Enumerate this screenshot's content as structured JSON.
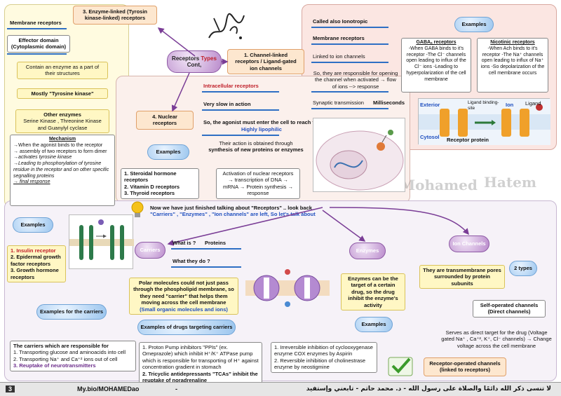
{
  "center": {
    "title_a": "Receptors ",
    "title_b": "Types",
    "title_c": "Cont,"
  },
  "enzyme_linked": {
    "header": "3. Enzyme-linked (Tyrosin kinase-linked) receptors",
    "membrane": "Membrane receptors",
    "effector": "Effector domain (Cytoplasmic domain)",
    "contain": "Contain an enzyme as a part of their structures",
    "mostly": "Mostly \"Tyrosine kinase\"",
    "other_title": "Other enzymes",
    "other_text": "Serine Kinase , Threonine Kinase and Guanylyl cyclase",
    "mechanism_title": "Mechanism",
    "mechanism_lines": [
      "→When the agonist binds to the receptor",
      "→ assembly of two receptors to form dimer",
      "→activates tyrosine kinase",
      "→Leading to phosphorylation of tyrosine residue in the receptor and on other specific segnalling proteins",
      "→ final response"
    ],
    "examples_label": "Examples",
    "examples": [
      "1. Insulin receptor",
      "2. Epidermal growth factor receptors",
      "3. Growth hormone receptors"
    ]
  },
  "channel_linked": {
    "header": "1. Channel-linked receptors / Ligand-gated ion channels",
    "called": "Called also Ionotropic",
    "membrane": "Membrane receptors",
    "linked": "Linked to ion channels",
    "responsible": "So, they are responsible for opening the channel when activated → flow of ions --> response",
    "synaptic": "Synaptic transmission",
    "ms": "Milliseconds",
    "examples_label": "Examples",
    "gaba_title": "GABAₐ receptors",
    "gaba_text": "-When GABA binds to it's receptor -The Cl⁻ channels open leading to influx of the Cl⁻ ions -Leading to hyperpolarization of the cell membrane",
    "nic_title": "Nicotinic receptors",
    "nic_text": "-When Ach binds to it's receptor -The Na⁺ channels open leading to influx of Na⁺ ions -So depolarization of the cell membrane occurs",
    "fig_exterior": "Exterior",
    "fig_cytosol": "Cytosol",
    "fig_ligand_site": "Ligand binding-site",
    "fig_ion": "Ion",
    "fig_ligand": "Ligand",
    "fig_receptor": "Receptor protein"
  },
  "nuclear": {
    "header": "4. Nuclear receptors",
    "intracellular": "Intracellular receptors",
    "slow": "Very slow in action",
    "agonist": "So, the agonist must enter the cell to reach the",
    "lipophilic": "Highly lipophilic",
    "obtained_a": "Their action is obtained through",
    "obtained_b": "synthesis of new proteins or enzymes",
    "activation": "Activation of nuclear receptors → transcription of DNA → mRNA → Protein synthesis → response",
    "examples_label": "Examples",
    "examples": [
      "1. Steroidal hormone receptors",
      "2. Vitamin D receptors",
      "3. Thyroid receptors"
    ]
  },
  "intro": {
    "line_a": "Now we have just finished talking about \"Receptors\" .. look back",
    "line_b": "\"Carriers\" , \"Enzymes\" , \"Ion channels\" are left, So let's talk about"
  },
  "carriers": {
    "title": "Carriers",
    "what_is": "What is ?",
    "proteins": "Proteins",
    "what_do": "What they do ?",
    "polar": "Polar molecules could not just pass through the phospholipid membrane, so they need \"carrier\" that helps them moving across the cell membrane",
    "small": "(Small organic molecules and ions)",
    "examples_label": "Examples for the carriers",
    "responsible_title": "The carriers which are responsible for",
    "responsible": [
      "1. Transporting glucose and aminoacids into cell",
      "2. Transporting Na⁺ and Ca⁺² ions out of cell",
      "3. Reuptake of neurotransmitters"
    ],
    "drugs_label": "Examples of drugs targeting carriers",
    "drugs": [
      "1. Proton Pump inhibitors \"PPIs\" (ex. Omeprazole) which inhibit H⁺/K⁺ ATPase pump which is responsible for transporting of H⁺ against concentration gradient in stomach",
      "2. Tricyclic antidepressants \"TCAs\" inhibit the reuptake of noradrenaline"
    ]
  },
  "enzymes": {
    "title": "Enzymes",
    "target": "Enzymes can be the target of a certain drug, so the drug inhibit the enzyme's activity",
    "examples_label": "Examples",
    "examples": [
      "1. Irreversible inhibition of cyclooxygenase enzyme COX enzymes by Aspirin",
      "2. Reversible inhibition of cholinestrase enzyme by neostigmine"
    ]
  },
  "ion_channels": {
    "title": "Ion Channels",
    "pores": "They are transmembrane pores surrounded by protein subunits",
    "types": "2 types",
    "self": "Self-operated channels (Direct channels)",
    "serves": "Serves as direct target for the drug (Voltage gated Na⁺ , Ca⁺², K⁺, Cl⁻ channels) → Change voltage across the cell membrane",
    "receptor_operated": "Receptor-operated channels (linked to receptors)"
  },
  "watermark": {
    "a": "Mohamed",
    "b": "Hatem"
  },
  "footer": {
    "page": "3",
    "handle": "My.bio/MOHAMEDao",
    "dash": "-",
    "arabic": "لا تنسى ذكر الله دائمًا والصلاة على رسول الله - د. محمد حاتم - تابعني وإستفيد"
  },
  "colors": {
    "channel_panel": "#fbe6e2",
    "enzyme_panel": "#fffbe0",
    "bottom_panel": "#f6f2f8",
    "accent": "#2e6fc4"
  }
}
